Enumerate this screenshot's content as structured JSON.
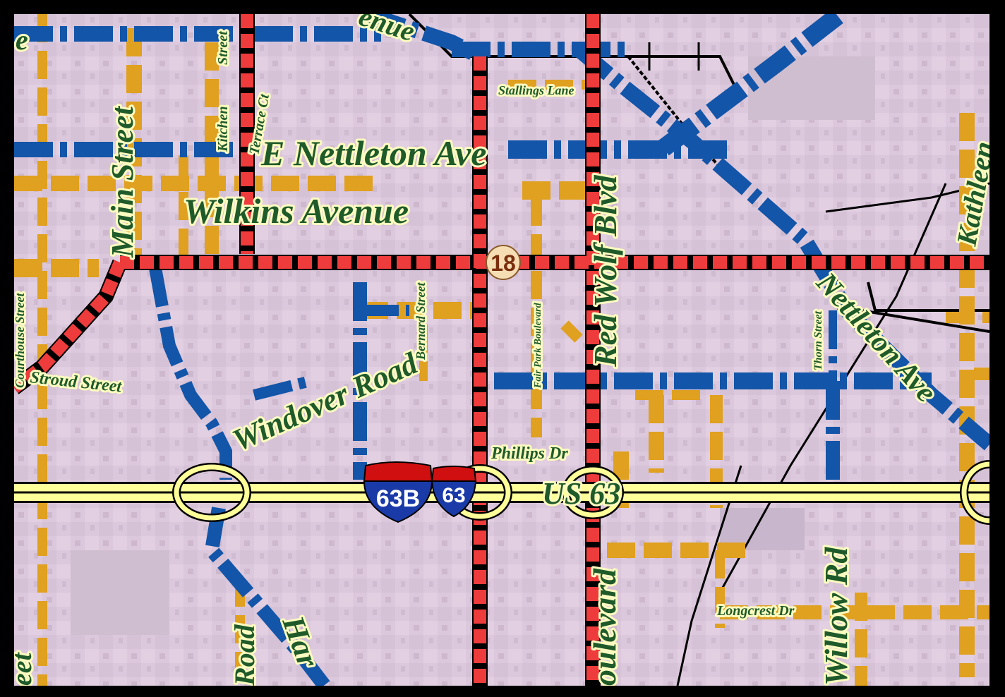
{
  "colors": {
    "background": "#dcc8dc",
    "frame": "#000000",
    "road_red": "#ee3b3b",
    "road_blue": "#1355a8",
    "road_orange": "#e0a020",
    "highway_fill": "#ffff99",
    "label_text": "#1f5a2a",
    "label_halo": "#fdfcc0",
    "route_marker_fill": "#f5deb3",
    "route_marker_text": "#7a2e0e",
    "interstate_blue": "#1a3aa8",
    "interstate_red": "#d01010"
  },
  "labels": {
    "main_street": "Main Street",
    "kitchen_street": "Kitchen",
    "street_word": "Street",
    "terrace_ct": "Terrace Ct",
    "e_nettleton_ave": "E Nettleton Ave",
    "wilkins_avenue": "Wilkins Avenue",
    "stallings_lane": "Stallings Lane",
    "red_wolf_blvd": "Red Wolf Blvd",
    "bernard_street": "Bernard Street",
    "fair_park_boulevard": "Fair Park Boulevard",
    "windover_road": "Windover Road",
    "stroud_street": "Stroud Street",
    "phillips_dr": "Phillips Dr",
    "us_63": "US 63",
    "nettleton_ave": "Nettleton Ave",
    "thorn_street": "Thorn Street",
    "willow_rd": "Willow Rd",
    "longcrest_dr": "Longcrest Dr",
    "boulevard_fragment": "oulevard",
    "road_fragment": "Road",
    "har_fragment": "Har",
    "kathleen_fragment": "Kathleen",
    "enue_fragment": "enue",
    "e_fragment": "e",
    "eet_fragment": "eet",
    "courthouse_fragment": "Courthouse Street"
  },
  "shields": {
    "state_route": "18",
    "interstate_business": "63B",
    "interstate": "63"
  }
}
